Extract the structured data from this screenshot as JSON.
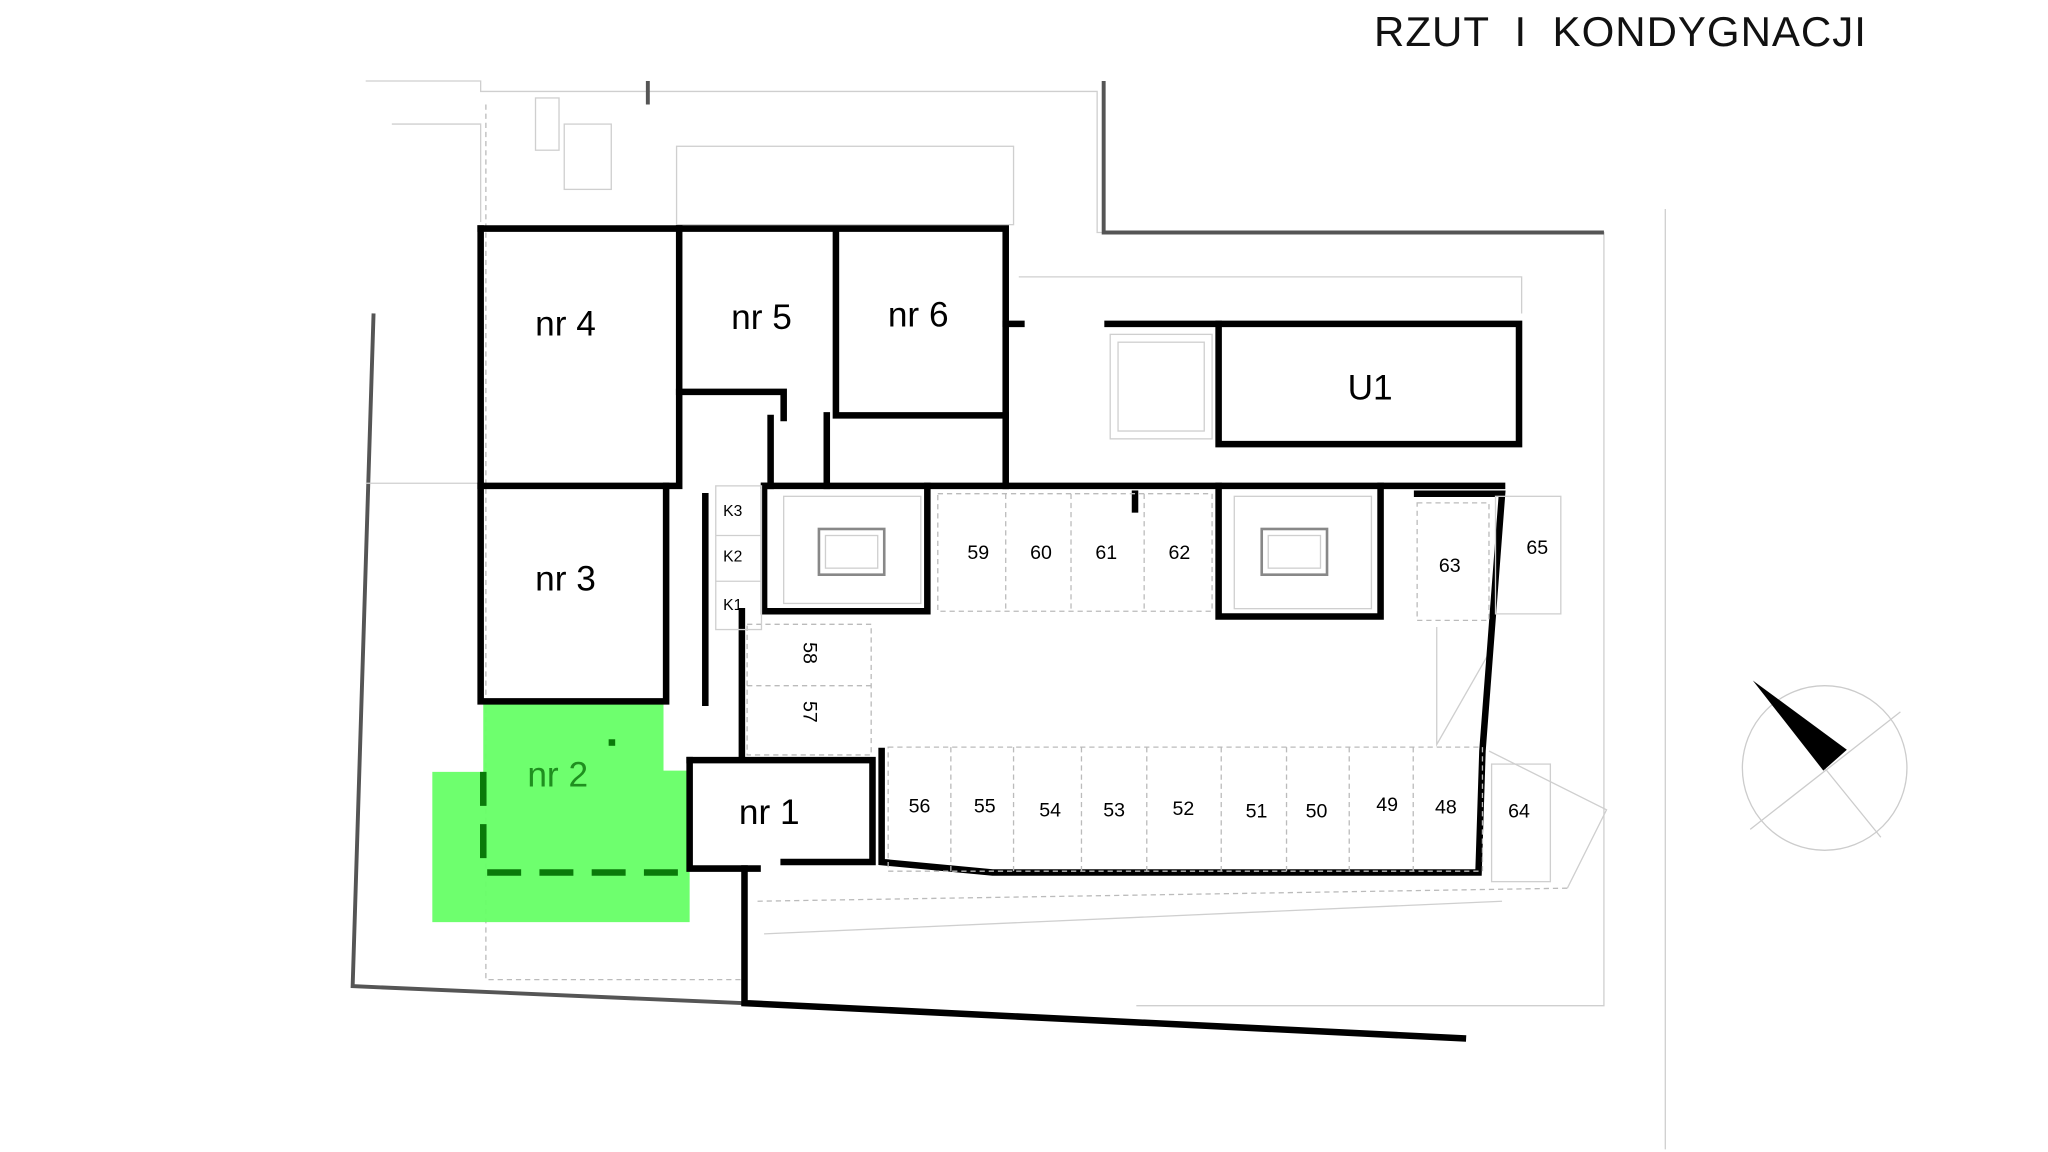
{
  "title": "RZUT  I  KONDYGNACJI",
  "colors": {
    "highlight": "#66ff66",
    "highlight_text": "#1f8f1f",
    "wall": "#000000"
  },
  "apartments": [
    {
      "label": "nr 1"
    },
    {
      "label": "nr 2",
      "highlighted": true
    },
    {
      "label": "nr 3"
    },
    {
      "label": "nr 4"
    },
    {
      "label": "nr 5"
    },
    {
      "label": "nr 6"
    },
    {
      "label": "U1"
    }
  ],
  "storage": [
    "K1",
    "K2",
    "K3"
  ],
  "parking": [
    "48",
    "49",
    "50",
    "51",
    "52",
    "53",
    "54",
    "55",
    "56",
    "57",
    "58",
    "59",
    "60",
    "61",
    "62",
    "63",
    "64",
    "65"
  ],
  "compass_icon": "north-arrow-icon"
}
